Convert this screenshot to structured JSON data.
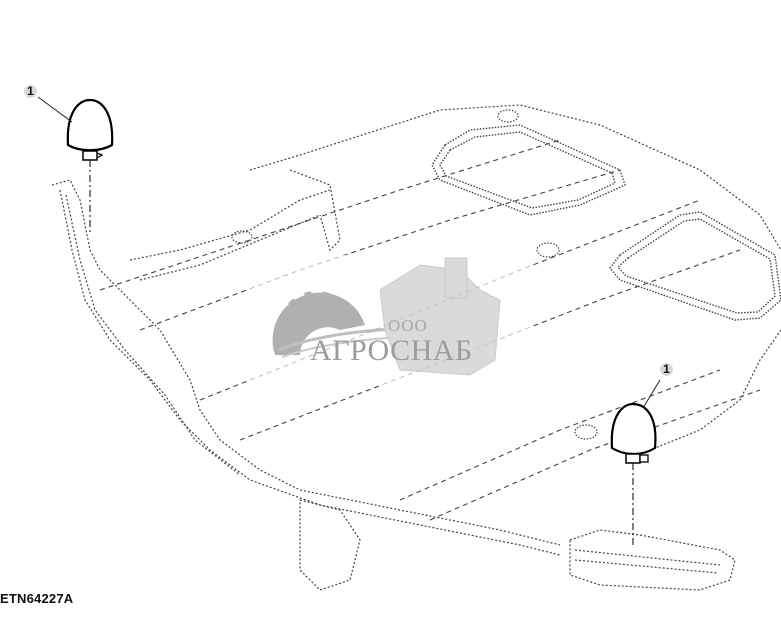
{
  "figure": {
    "id_label": "ETN64227A",
    "subject": "platform underside / floor panel with two antenna domes",
    "callouts": [
      {
        "number": "1",
        "part": "antenna-dome-left"
      },
      {
        "number": "1",
        "part": "antenna-dome-right"
      }
    ]
  },
  "watermark": {
    "prefix": "ООО",
    "name": "АГРОСНАБ",
    "color": "#9c9c9c"
  },
  "colors": {
    "line": "#333333",
    "background": "#ffffff",
    "callout_fill": "#d8d8d8"
  }
}
